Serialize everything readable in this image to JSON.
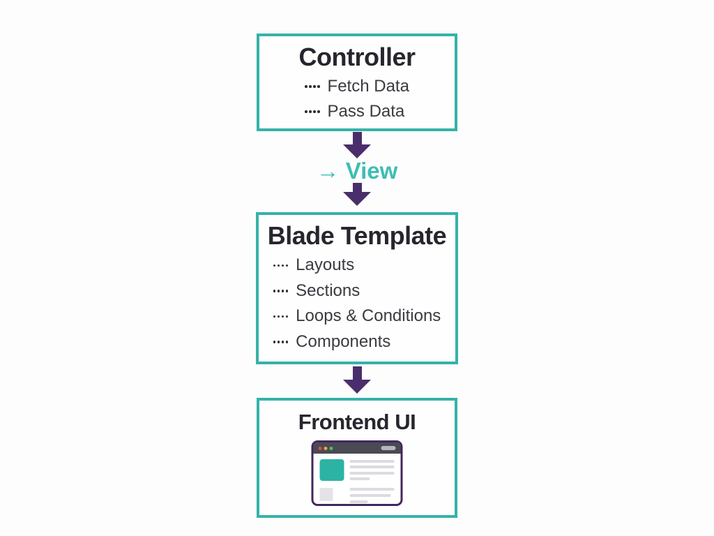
{
  "meta": {
    "background": "#fdfdfd"
  },
  "colors": {
    "box_border_teal": "#35b2aa",
    "view_label_teal": "#3fbdb3",
    "arrow_purple": "#4a2e6b",
    "heading_text": "#26262e",
    "item_text": "#3a3a40",
    "browser_frame_purple": "#43275c",
    "browser_titlebar": "#4a4a54",
    "browser_dot_red": "#e0493f",
    "browser_dot_orange": "#efa536",
    "browser_dot_green": "#43c16d",
    "browser_content_teal": "#2cb3a4",
    "browser_line_gray": "#dbdbe1",
    "browser_block_gray": "#e4e4e8"
  },
  "flow": {
    "view_label": {
      "arrow": "→",
      "text": "View"
    },
    "nodes": [
      {
        "id": "controller",
        "title": "Controller",
        "items": [
          "Fetch Data",
          "Pass Data"
        ]
      },
      {
        "id": "blade-template",
        "title": "Blade Template",
        "items": [
          "Layouts",
          "Sections",
          "Loops & Conditions",
          "Components"
        ]
      },
      {
        "id": "frontend-ui",
        "title": "Frontend UI",
        "items": [],
        "illustration": "browser-window"
      }
    ]
  }
}
